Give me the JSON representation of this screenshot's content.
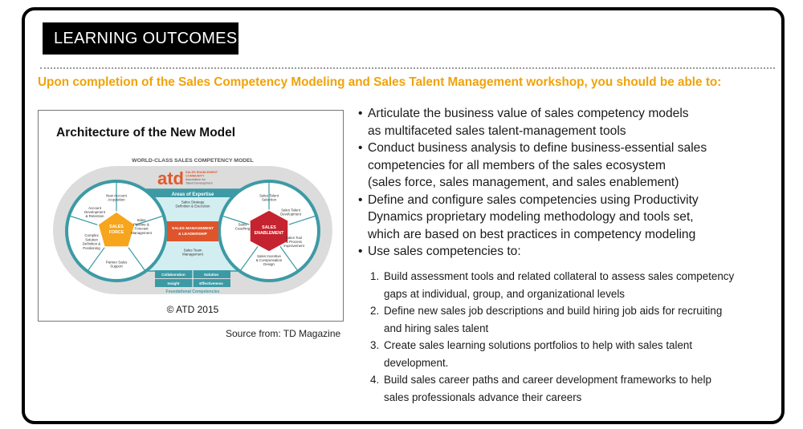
{
  "header": {
    "title": "LEARNING OUTCOMES",
    "subtitle": "Upon completion of the Sales Competency Modeling and Sales Talent Management workshop, you should be able to:"
  },
  "figure": {
    "title": "Architecture of the New Model",
    "model_title": "WORLD-CLASS SALES COMPETENCY MODEL",
    "logo": "atd",
    "logo_sub": [
      "SALES ENABLEMENT",
      "COMMUNITY",
      "Association for",
      "Talent Development"
    ],
    "areas_label": "Areas of Expertise",
    "left_center": [
      "SALES",
      "FORCE"
    ],
    "mid_center": [
      "SALES MANAGEMENT",
      "& LEADERSHIP"
    ],
    "right_center": [
      "SALES",
      "ENABLEMENT"
    ],
    "left_items": [
      [
        "New Account",
        "Acquisition"
      ],
      [
        "Account",
        "Development",
        "& Retention"
      ],
      [
        "Complex",
        "Solution",
        "Definition &",
        "Positioning"
      ],
      [
        "Partner Sales",
        "Support"
      ],
      [
        "Sales",
        "Pipeline &",
        "Forecast",
        "Management"
      ]
    ],
    "mid_items": [
      [
        "Sales Strategy",
        "Definition & Execution"
      ],
      [
        "Sales Team",
        "Management"
      ]
    ],
    "right_items": [
      [
        "Sales Talent",
        "Selection"
      ],
      [
        "Sales Talent",
        "Development"
      ],
      [
        "Sales Tool",
        "& Process",
        "Improvement"
      ],
      [
        "Sales Incentive",
        "& Compensation",
        "Design"
      ],
      [
        "Sales",
        "Coaching"
      ]
    ],
    "foundation": [
      "Collaboration",
      "Solution",
      "Insight",
      "Effectiveness"
    ],
    "foundation_label": "Foundational Competencies",
    "copyright": "© ATD 2015",
    "colors": {
      "teal": "#3c9aa5",
      "light_teal": "#d3eef0",
      "orange": "#f6a51c",
      "red": "#c5232f",
      "brand_red": "#e15a2a"
    }
  },
  "source": "Source from: TD Magazine",
  "bullets": [
    [
      "Articulate the business value of sales competency models",
      "as multifaceted sales talent-management tools"
    ],
    [
      "Conduct business analysis to define business-essential sales",
      "competencies for all members of the sales ecosystem",
      "(sales force, sales management, and sales enablement)"
    ],
    [
      "Define and configure sales competencies using Productivity",
      "Dynamics proprietary modeling methodology and tools set,",
      "which are based on best practices in competency modeling"
    ],
    [
      "Use sales competencies to:"
    ]
  ],
  "numbered": [
    [
      "1.",
      "Build assessment tools and related collateral to assess sales competency",
      "gaps at individual, group, and organizational levels"
    ],
    [
      "2.",
      "Define new sales job descriptions and build hiring job aids for recruiting",
      "and hiring sales talent"
    ],
    [
      "3.",
      "Create sales learning solutions portfolios to help with sales talent",
      "development."
    ],
    [
      "4.",
      "Build sales career paths and career development frameworks to help",
      "sales professionals advance their careers"
    ]
  ]
}
